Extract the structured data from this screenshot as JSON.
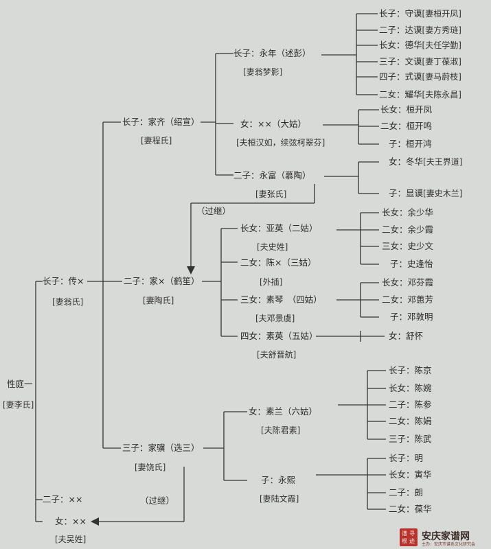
{
  "colors": {
    "background": "#d8dad7",
    "line": "#333333",
    "text": "#2a2a2a",
    "seal": "#b8332c"
  },
  "nodes": {
    "root": "性庭一",
    "root_sp": "[妻李氏]",
    "g1_1": "长子：传×",
    "g1_1_sp": "[妻翁氏]",
    "g1_2": "二子：××",
    "g1_3": "女：××",
    "g1_3_sp": "[夫吴姓]",
    "g2_1": "长子：家齐（绍宣）",
    "g2_1_sp": "[妻程氏]",
    "g2_2": "二子：家×（鹤笙）",
    "g2_2_sp": "[妻陶氏]",
    "g2_3": "三子：家骥（选三）",
    "g2_3_sp": "[妻饶氏]",
    "g3_1": "长子：永年（述彭）",
    "g3_1_sp": "[妻翁梦影]",
    "g3_2": "女：××（大姑）",
    "g3_2_sp": "[夫桓汉如，续弦柯翠芬]",
    "g3_3": "二子：永富（慕陶）",
    "g3_3_sp": "[妻张氏]",
    "g3_4": "长女：亚英（二姑）",
    "g3_4_sp": "[夫史姓]",
    "g3_5": "二女：陈×（三姑）",
    "g3_5_sp": "[外插]",
    "g3_6": "三女：素琴　（四姑）",
    "g3_6_sp": "[夫邓景虞]",
    "g3_7": "四女：素英（五姑）",
    "g3_7_sp": "[夫舒晋航]",
    "g3_8": "女：素兰（六姑）",
    "g3_8_sp": "[夫陈君素]",
    "g3_9": "子：永熙",
    "g3_9_sp": "[妻陆文霞]",
    "c1": "长子：守谟",
    "c1_sp": "[妻桓开凤]",
    "c2": "二子：达谟",
    "c2_sp": "[妻方秀琏]",
    "c3": "长女：德华",
    "c3_sp": "[夫任学勤]",
    "c4": "三子：文谟",
    "c4_sp": "[妻丁葆淑]",
    "c5": "四子：式谟",
    "c5_sp": "[妻马蔚枝]",
    "c6": "二女：耀华",
    "c6_sp": "[夫陈永昌]",
    "c7": "长女：桓开凤",
    "c8": "二女：桓开鸣",
    "c9": "子：桓开鸿",
    "c10": "女：冬华",
    "c10_sp": "[夫王界道]",
    "c11": "子：显谟",
    "c11_sp": "[妻史木兰]",
    "c12": "长女：余少华",
    "c13": "二女：余少霞",
    "c14": "三女：史少文",
    "c15": "子：史逢怡",
    "c16": "长女：邓芬霞",
    "c17": "二女：邓蕙芳",
    "c18": "子：邓敦明",
    "c19": "女：舒怀",
    "c20": "长子：陈京",
    "c21": "长女：陈婉",
    "c22": "二子：陈参",
    "c23": "二女：陈娟",
    "c24": "三子：陈武",
    "c25": "长子：明",
    "c26": "长女：寅华",
    "c27": "二子：朗",
    "c28": "二女：葆华"
  },
  "annotations": {
    "adopt_1": "（过继）",
    "adopt_2": "（过继）"
  },
  "watermark": {
    "seal_chars": [
      "谱",
      "寻",
      "根",
      "迹"
    ],
    "title": "安庆家谱网",
    "subtitle": "主办：安庆市谱系文化研究会"
  }
}
